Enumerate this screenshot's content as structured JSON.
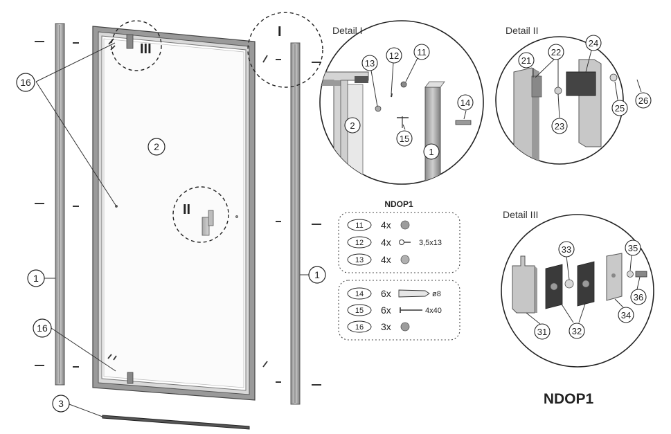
{
  "diagram": {
    "model_name": "NDOP1",
    "main_labels": {
      "profile_left": "1",
      "profile_right": "1",
      "glass_panel": "2",
      "bottom_seal": "3",
      "cap_top": "16",
      "cap_bottom": "16"
    },
    "detail_markers": {
      "detail_1": "I",
      "detail_2": "II",
      "detail_3": "III"
    },
    "detail_I": {
      "title": "Detail I",
      "labels": {
        "n13": "13",
        "n12": "12",
        "n11": "11",
        "n14": "14",
        "n2": "2",
        "n15": "15",
        "n1": "1"
      }
    },
    "detail_II": {
      "title": "Detail II",
      "labels": {
        "n21": "21",
        "n22": "22",
        "n24": "24",
        "n25": "25",
        "n26": "26",
        "n23": "23"
      }
    },
    "detail_III": {
      "title": "Detail III",
      "labels": {
        "n33": "33",
        "n35": "35",
        "n36": "36",
        "n31": "31",
        "n32": "32",
        "n34": "34"
      }
    },
    "parts_table": {
      "title": "NDOP1",
      "group_a": [
        {
          "part": "11",
          "qty": "4x",
          "spec": ""
        },
        {
          "part": "12",
          "qty": "4x",
          "spec": "3,5x13"
        },
        {
          "part": "13",
          "qty": "4x",
          "spec": ""
        }
      ],
      "group_b": [
        {
          "part": "14",
          "qty": "6x",
          "spec": "ø8"
        },
        {
          "part": "15",
          "qty": "6x",
          "spec": "4x40"
        },
        {
          "part": "16",
          "qty": "3x",
          "spec": ""
        }
      ]
    }
  }
}
